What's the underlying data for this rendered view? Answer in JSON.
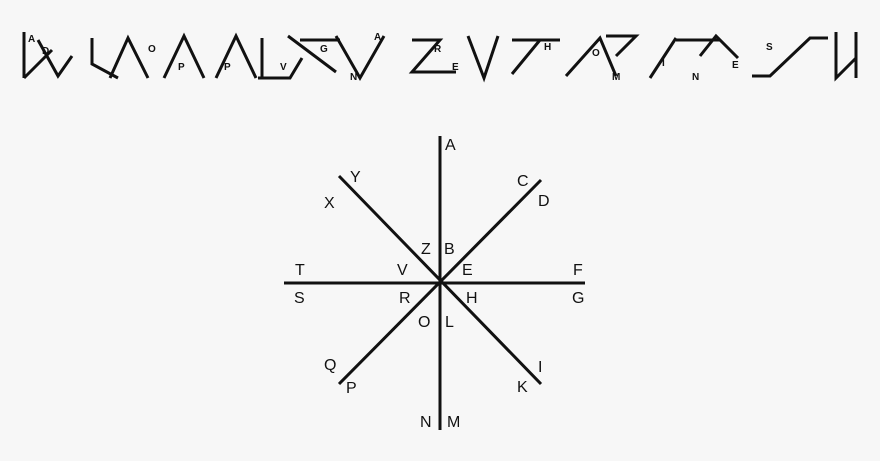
{
  "cipher_line": {
    "glyphs": [
      {
        "letter": "A",
        "shape": "slash-v"
      },
      {
        "letter": "D",
        "shape": "v-slash"
      },
      {
        "letter": "O",
        "shape": "caret-caret"
      },
      {
        "letter": "P",
        "shape": "caret"
      },
      {
        "letter": "P",
        "shape": "caret"
      },
      {
        "letter": "V",
        "shape": "v-dash"
      },
      {
        "letter": "G",
        "shape": "bar-slash"
      },
      {
        "letter": "N",
        "shape": "slash-bar"
      },
      {
        "letter": "A",
        "shape": "v-slash"
      },
      {
        "letter": "R",
        "shape": "z-shape"
      },
      {
        "letter": "E",
        "shape": "v-bar"
      },
      {
        "letter": "H",
        "shape": "dash-slash"
      },
      {
        "letter": "O",
        "shape": "slash-caret"
      },
      {
        "letter": "M",
        "shape": "bar-dash"
      },
      {
        "letter": "I",
        "shape": "caret-dash"
      },
      {
        "letter": "N",
        "shape": "slash-bar"
      },
      {
        "letter": "E",
        "shape": "dash-slash"
      },
      {
        "letter": "S",
        "shape": "dash-v"
      }
    ]
  },
  "wheel": {
    "labels": [
      "A",
      "B",
      "C",
      "D",
      "E",
      "F",
      "G",
      "H",
      "I",
      "K",
      "L",
      "M",
      "N",
      "O",
      "P",
      "Q",
      "R",
      "S",
      "T",
      "V",
      "X",
      "Y",
      "Z"
    ]
  }
}
